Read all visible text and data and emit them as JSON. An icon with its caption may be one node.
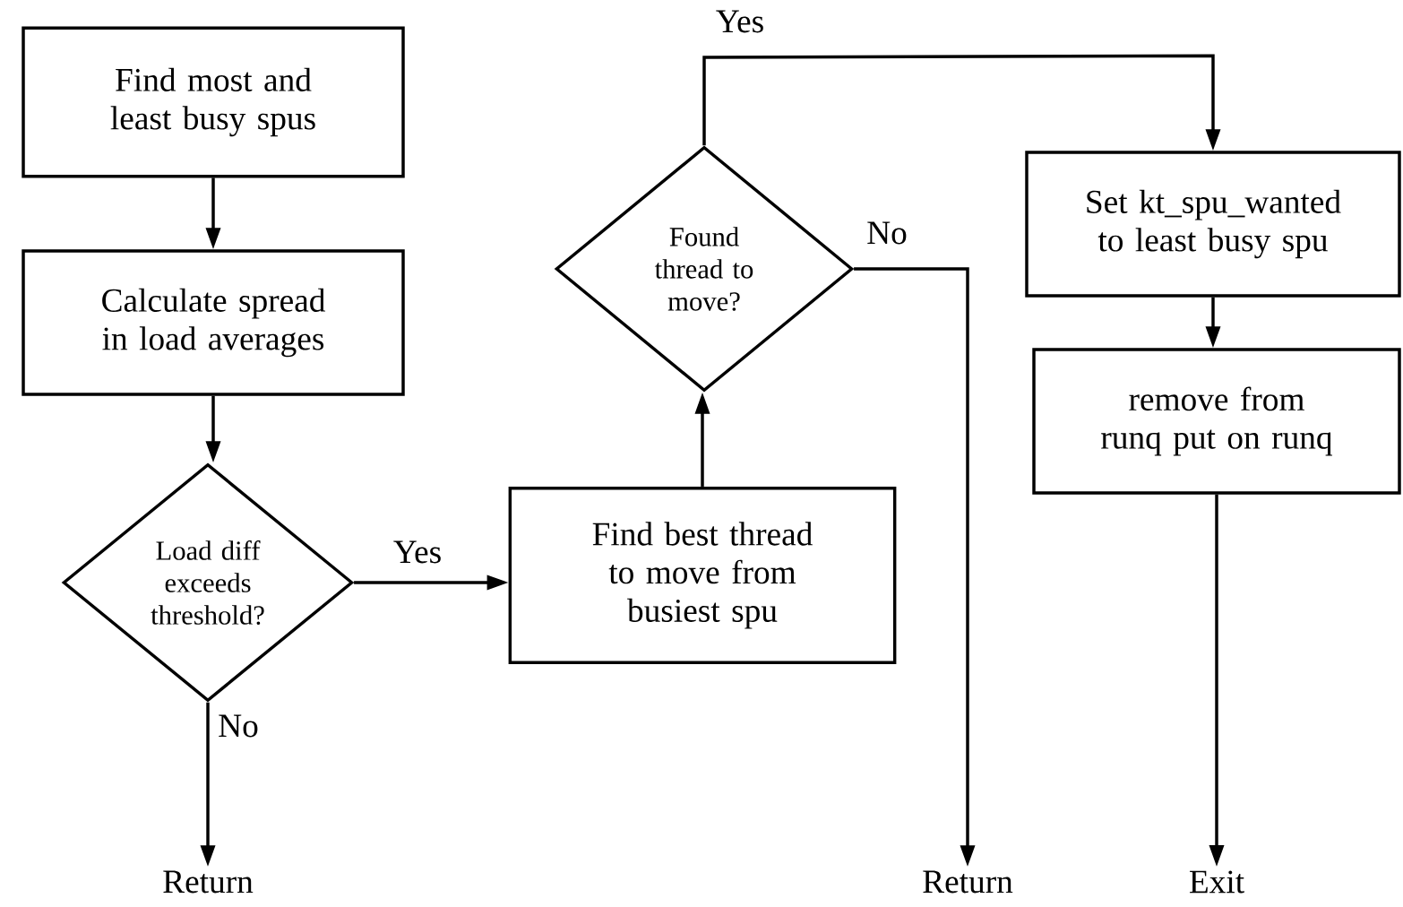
{
  "diagram": {
    "nodes": [
      {
        "text": [
          "Find most and least busy spus"
        ]
      },
      {
        "text": [
          "Calculate spread in load averages"
        ]
      },
      {
        "text": [
          "Load diff exceeds threshold?"
        ]
      },
      {
        "text": [
          "Find best thread to move from busiest spu"
        ]
      },
      {
        "text": [
          "Found thread to move?"
        ]
      },
      {
        "text": [
          "Set kt_spu_wanted to least busy spu"
        ]
      },
      {
        "text": [
          "remove from runq put on runq"
        ]
      },
      {
        "text": [
          "Return"
        ]
      },
      {
        "text": [
          "Return"
        ]
      },
      {
        "text": [
          "Exit"
        ]
      }
    ],
    "edges": [
      {
        "from": 0,
        "to": 1,
        "arrow": "to"
      },
      {
        "from": 1,
        "to": 2,
        "arrow": "to"
      },
      {
        "from": 2,
        "to": 3,
        "arrow": "to",
        "label": "Yes"
      },
      {
        "from": 2,
        "to": 7,
        "arrow": "to",
        "label": "No"
      },
      {
        "from": 3,
        "to": 4,
        "arrow": "to"
      },
      {
        "from": 4,
        "to": 5,
        "arrow": "to",
        "label": "Yes"
      },
      {
        "from": 4,
        "to": 8,
        "arrow": "to",
        "label": "No"
      },
      {
        "from": 5,
        "to": 6,
        "arrow": "to"
      },
      {
        "from": 6,
        "to": 9,
        "arrow": "to"
      }
    ]
  }
}
